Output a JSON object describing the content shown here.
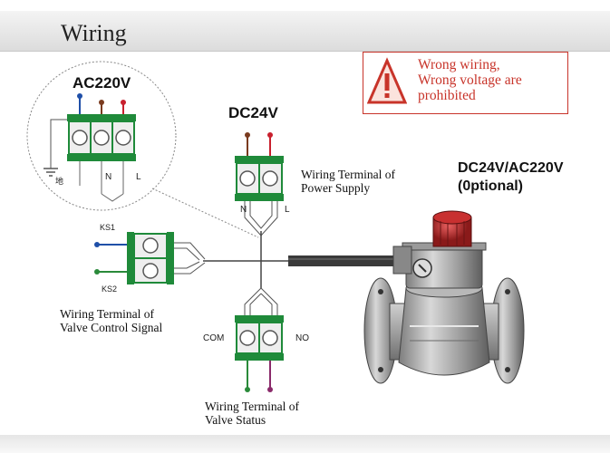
{
  "title": "Wiring",
  "warning": {
    "line1": "Wrong wiring,",
    "line2": "Wrong voltage are",
    "line3": "prohibited"
  },
  "ac_terminal": {
    "title": "AC220V",
    "ground": "地",
    "n": "N",
    "l": "L"
  },
  "dc_terminal": {
    "title": "DC24V",
    "n": "N",
    "l": "L",
    "caption1": "Wiring Terminal of",
    "caption2": "Power Supply"
  },
  "control_terminal": {
    "ks1": "KS1",
    "ks2": "KS2",
    "caption1": "Wiring  Terminal  of",
    "caption2": "Valve Control Signal"
  },
  "status_terminal": {
    "com": "COM",
    "no": "NO",
    "caption1": "Wiring Terminal of",
    "caption2": "Valve Status"
  },
  "valve": {
    "line1": "DC24V/AC220V",
    "line2": "(0ptional)"
  },
  "colors": {
    "terminal_green": "#1f8a3a",
    "wire_brown": "#7a3b1f",
    "wire_red": "#c8202e",
    "wire_blue": "#1f4fa8",
    "wire_green": "#2a8a3a",
    "wire_purple": "#8a2a6a",
    "warning_red": "#c8342a"
  }
}
